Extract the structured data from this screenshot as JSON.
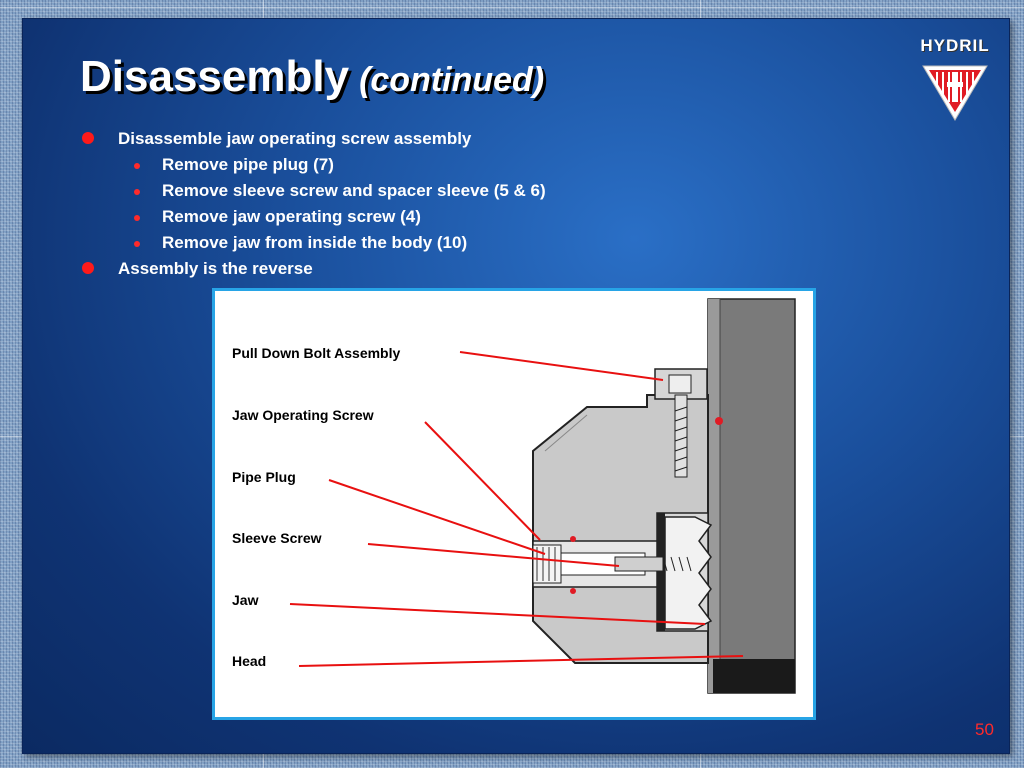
{
  "slide": {
    "title_main": "Disassembly",
    "title_sub": "(continued)",
    "page_number": "50"
  },
  "logo": {
    "text": "HYDRIL",
    "icon": "hydril-shield-icon"
  },
  "bullets": [
    {
      "text": "Disassemble jaw operating screw assembly",
      "children": [
        "Remove pipe plug (7)",
        "Remove sleeve screw and spacer sleeve (5 & 6)",
        "Remove jaw operating screw (4)",
        "Remove jaw from inside the body (10)"
      ]
    },
    {
      "text": "Assembly is the reverse",
      "children": []
    }
  ],
  "figure": {
    "callouts": [
      "Pull Down Bolt Assembly",
      "Jaw Operating Screw",
      "Pipe Plug",
      "Sleeve Screw",
      "Jaw",
      "Head"
    ]
  },
  "colors": {
    "bullet": "#ff1a1a",
    "leader_line": "#e81010",
    "figure_border": "#27a4e6",
    "slide_blue": "#1a4f9c"
  }
}
